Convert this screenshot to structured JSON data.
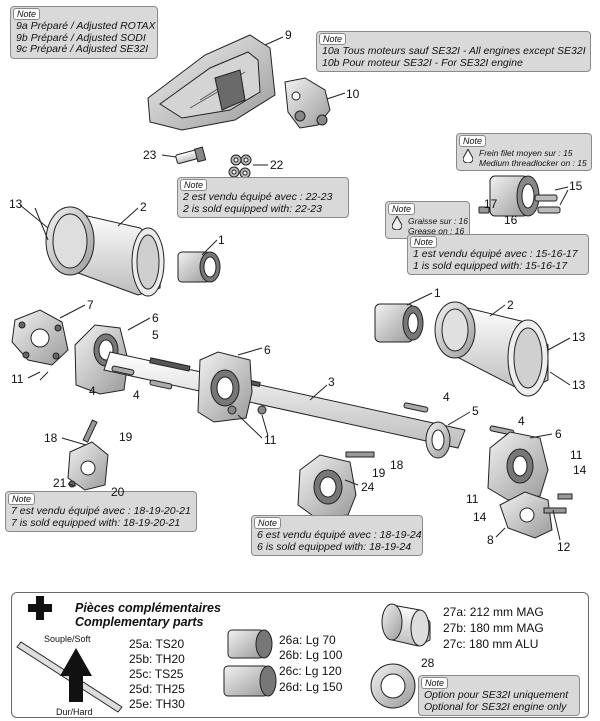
{
  "notes": {
    "n9": {
      "tag": "Note",
      "lines": [
        "9a Préparé / Adjusted ROTAX",
        "9b Préparé / Adjusted SODI",
        "9c Préparé / Adjusted SE32I"
      ]
    },
    "n10": {
      "tag": "Note",
      "lines": [
        "10a Tous moteurs sauf SE32I - All engines except SE32I",
        "10b Pour moteur SE32I - For SE32I engine"
      ]
    },
    "n15": {
      "tag": "Note",
      "lines": [
        "Frein filet moyen sur : 15",
        "Medium threadlocker on : 15"
      ]
    },
    "n16": {
      "tag": "Note",
      "lines": [
        "Graisse sur : 16",
        "Grease on : 16"
      ]
    },
    "n22": {
      "tag": "Note",
      "lines": [
        "2 est vendu équipé avec : 22-23",
        "2 is sold equipped with: 22-23"
      ]
    },
    "n1": {
      "tag": "Note",
      "lines": [
        "1 est vendu équipé avec : 15-16-17",
        "1 is sold equipped with: 15-16-17"
      ]
    },
    "n7": {
      "tag": "Note",
      "lines": [
        "7 est vendu équipé avec : 18-19-20-21",
        "7 is sold equipped with: 18-19-20-21"
      ]
    },
    "n6": {
      "tag": "Note",
      "lines": [
        "6 est vendu équipé avec : 18-19-24",
        "6 is sold equipped with: 18-19-24"
      ]
    },
    "n28": {
      "tag": "Note",
      "lines": [
        "Option pour SE32I uniquement",
        "Optional for SE32I engine only"
      ]
    }
  },
  "callouts": [
    "9",
    "10",
    "23",
    "22",
    "13",
    "2",
    "1",
    "17",
    "16",
    "15",
    "7",
    "6",
    "5",
    "6",
    "1",
    "2",
    "13",
    "13",
    "11",
    "4",
    "4",
    "3",
    "4",
    "5",
    "4",
    "6",
    "11",
    "11",
    "18",
    "19",
    "18",
    "19",
    "24",
    "21",
    "20",
    "11",
    "14",
    "14",
    "8",
    "12"
  ],
  "complementary": {
    "title_fr": "Pièces complémentaires",
    "title_en": "Complementary parts",
    "arrow_top": "Souple/Soft",
    "arrow_bottom": "Dur/Hard",
    "axles": [
      "25a: TS20",
      "25b: TH20",
      "25c: TS25",
      "25d: TH25",
      "25e: TH30"
    ],
    "hubs": [
      "26a: Lg 70",
      "26b: Lg 100",
      "26c: Lg 120",
      "26d: Lg 150"
    ],
    "wheels": [
      "27a: 212 mm MAG",
      "27b: 180 mm MAG",
      "27c: 180 mm ALU"
    ],
    "plate_number": "28"
  },
  "icons": [
    "drop-icon",
    "drop-icon",
    "plus-icon",
    "up-arrow-icon"
  ]
}
